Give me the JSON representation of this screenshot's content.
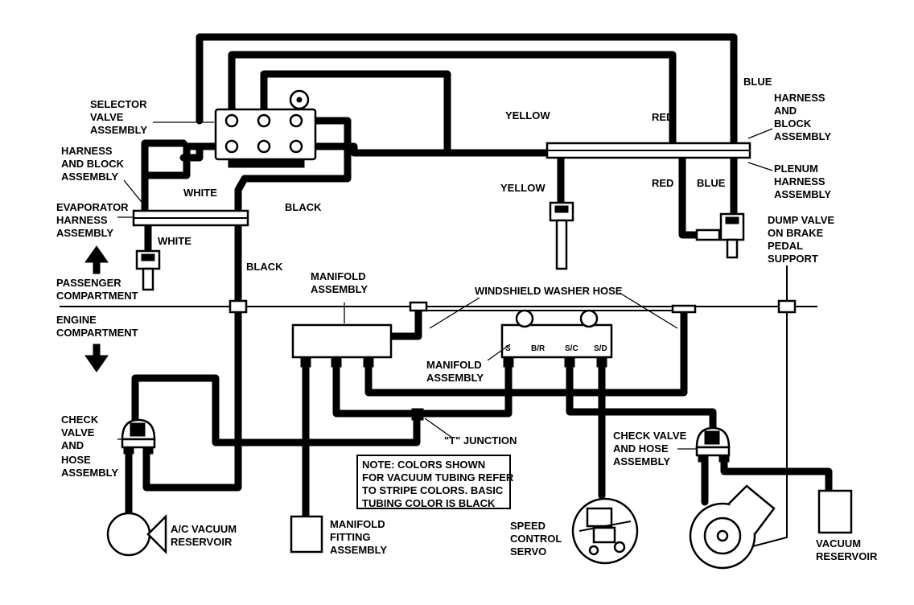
{
  "colors": {
    "ink": "#000000",
    "paper": "#ffffff"
  },
  "icons": {
    "up_arrow": "arrow-up-icon",
    "down_arrow": "arrow-down-icon"
  },
  "labels": {
    "selector_valve": [
      "SELECTOR",
      "VALVE",
      "ASSEMBLY"
    ],
    "harness_block_left": [
      "HARNESS",
      "AND BLOCK",
      "ASSEMBLY"
    ],
    "evaporator_harness": [
      "EVAPORATOR",
      "HARNESS",
      "ASSEMBLY"
    ],
    "passenger_compartment": [
      "PASSENGER",
      "COMPARTMENT"
    ],
    "engine_compartment": [
      "ENGINE",
      "COMPARTMENT"
    ],
    "check_valve_left": [
      "CHECK",
      "VALVE",
      "AND",
      "HOSE",
      "ASSEMBLY"
    ],
    "ac_vacuum_reservoir": [
      "A/C VACUUM",
      "RESERVOIR"
    ],
    "manifold_assembly_left": [
      "MANIFOLD",
      "ASSEMBLY"
    ],
    "manifold_assembly_right": [
      "MANIFOLD",
      "ASSEMBLY"
    ],
    "windshield_washer_hose": "WINDSHIELD WASHER HOSE",
    "t_junction": "\"T\" JUNCTION",
    "manifold_fitting": [
      "MANIFOLD",
      "FITTING",
      "ASSEMBLY"
    ],
    "speed_control_servo": [
      "SPEED",
      "CONTROL",
      "SERVO"
    ],
    "check_valve_right": [
      "CHECK VALVE",
      "AND HOSE",
      "ASSEMBLY"
    ],
    "vacuum_reservoir": [
      "VACUUM",
      "RESERVOIR"
    ],
    "harness_block_right": [
      "HARNESS",
      "AND",
      "BLOCK",
      "ASSEMBLY"
    ],
    "plenum_harness": [
      "PLENUM",
      "HARNESS",
      "ASSEMBLY"
    ],
    "dump_valve": [
      "DUMP VALVE",
      "ON BRAKE",
      "PEDAL",
      "SUPPORT"
    ],
    "port_s": "S",
    "port_br": "B/R",
    "port_sc": "S/C",
    "port_sd": "S/D"
  },
  "hose_colors": {
    "blue_top": "BLUE",
    "yellow_top": "YELLOW",
    "red_top": "RED",
    "yellow_mid": "YELLOW",
    "red_mid": "RED",
    "blue_mid": "BLUE",
    "white_upper": "WHITE",
    "white_lower": "WHITE",
    "black_upper": "BLACK",
    "black_lower": "BLACK"
  },
  "note": [
    "NOTE: COLORS SHOWN",
    "FOR VACUUM TUBING REFER",
    "TO STRIPE COLORS. BASIC",
    "TUBING COLOR IS BLACK"
  ]
}
